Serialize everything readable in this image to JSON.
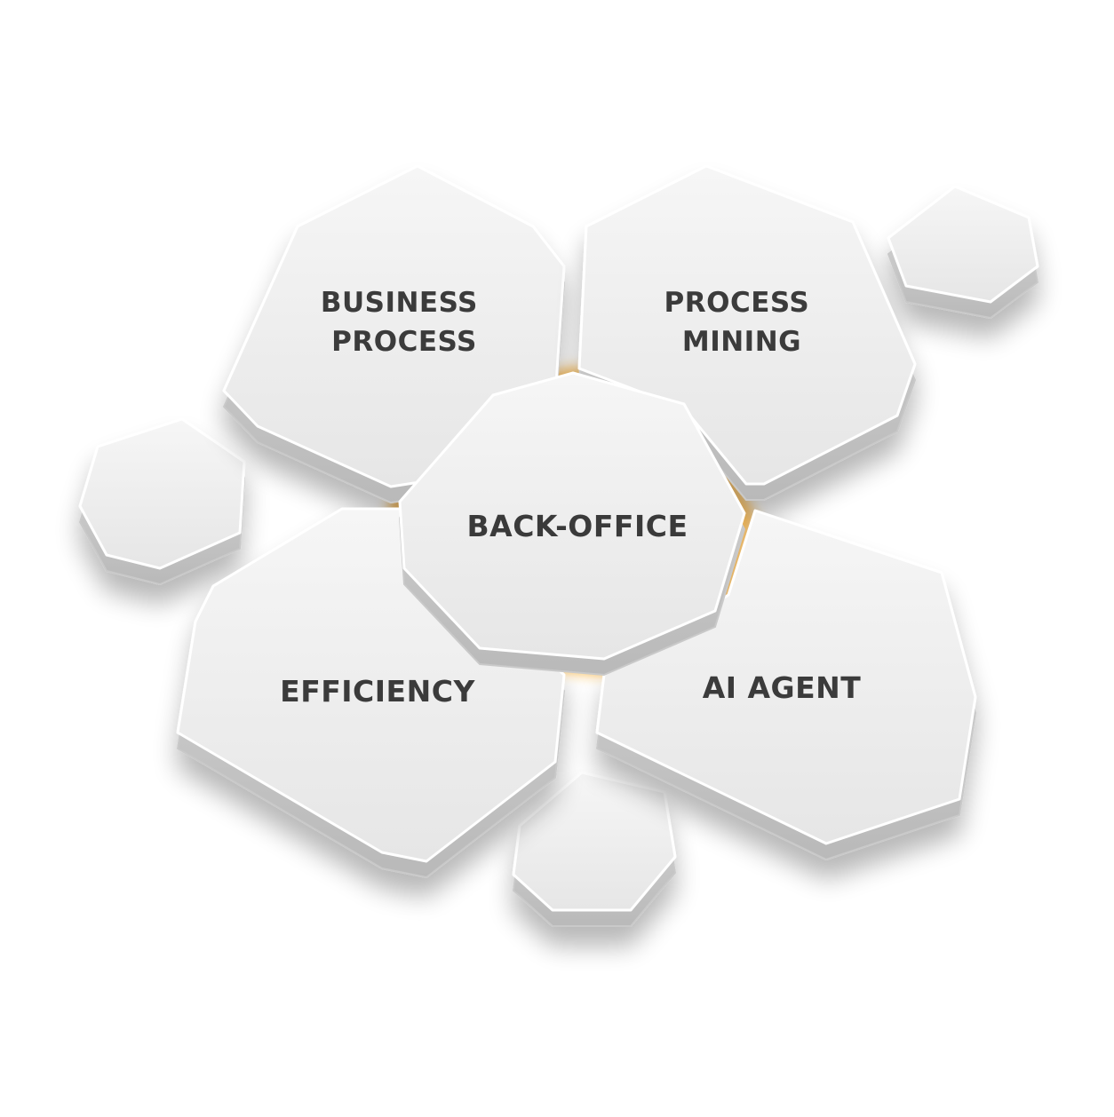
{
  "diagram": {
    "center": {
      "label_lines": [
        "BACK-OFFICE"
      ]
    },
    "tiles": [
      {
        "id": "business-process",
        "label_lines": [
          "BUSINESS",
          "PROCESS"
        ]
      },
      {
        "id": "process-mining",
        "label_lines": [
          "PROCESS",
          "MINING"
        ]
      },
      {
        "id": "efficiency",
        "label_lines": [
          "EFFICIENCY"
        ]
      },
      {
        "id": "ai-agent",
        "label_lines": [
          "AI AGENT"
        ]
      }
    ],
    "decorative_tiles": 3,
    "colors": {
      "tile_face": "#eeeeee",
      "tile_side": "#c9c9c9",
      "label": "#3a3a3a",
      "glow": "#f5a623"
    }
  }
}
